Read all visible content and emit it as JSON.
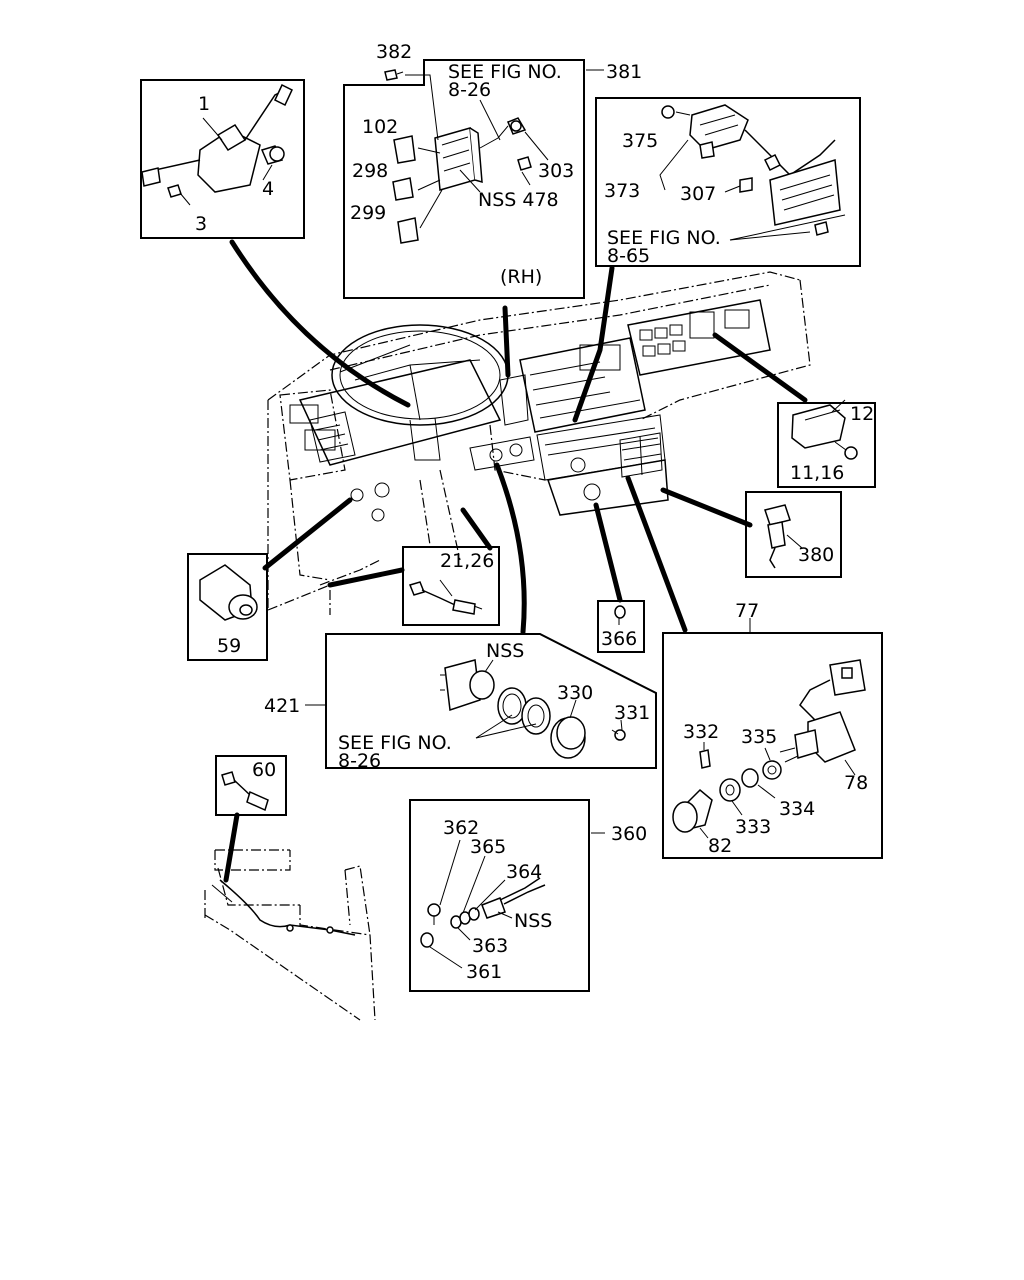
{
  "labels": {
    "p1": "1",
    "p3": "3",
    "p4": "4",
    "p382": "382",
    "p381": "381",
    "see_fig_a": "SEE FIG NO.",
    "fig_8_26_a": "8-26",
    "p102": "102",
    "p298": "298",
    "p299": "299",
    "p303": "303",
    "nss478": "NSS 478",
    "rh": "(RH)",
    "p375": "375",
    "p373": "373",
    "p307": "307",
    "see_fig_b": "SEE FIG NO.",
    "fig_8_65": "8-65",
    "p12": "12",
    "p11_16": "11,16",
    "p380": "380",
    "p21_26": "21,26",
    "p59": "59",
    "p366": "366",
    "p77": "77",
    "p421": "421",
    "nss_a": "NSS",
    "p330": "330",
    "p331": "331",
    "see_fig_c": "SEE FIG NO.",
    "fig_8_26_c": "8-26",
    "p332": "332",
    "p335": "335",
    "p78": "78",
    "p334": "334",
    "p333": "333",
    "p82": "82",
    "p60": "60",
    "p360": "360",
    "p362": "362",
    "p365": "365",
    "p364": "364",
    "nss_b": "NSS",
    "p363": "363",
    "p361": "361"
  }
}
